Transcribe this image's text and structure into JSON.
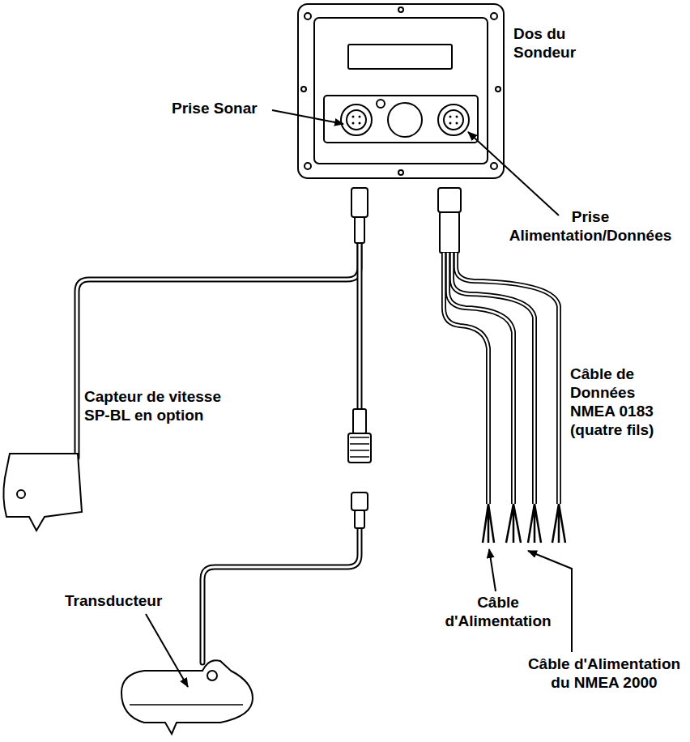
{
  "diagram": {
    "labels": [
      "Dos du Sondeur",
      "Prise Sonar",
      "Prise Alimentation/Données",
      "Capteur de vitesse SP-BL en option",
      "Câble de Données NMEA 0183 (quatre fils)",
      "Câble d'Alimentation",
      "Transducteur",
      "Câble d'Alimentation du NMEA 2000"
    ]
  }
}
